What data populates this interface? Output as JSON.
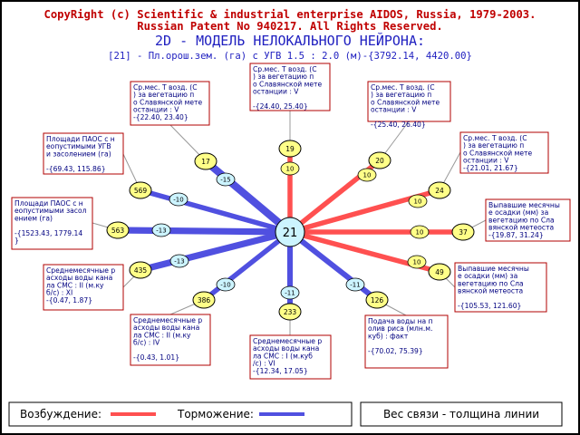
{
  "header": {
    "copyright": "CopyRight (c) Scientific & industrial enterprise AIDOS, Russia, 1979-2003.",
    "patent": "Russian Patent No 940217. All Rights Reserved.",
    "title": "2D - МОДЕЛЬ НЕЛОКАЛЬНОГО НЕЙРОНА:",
    "subtitle": "[21] - Пл.орош.зем. (га) с УГВ 1.5  :  2.0 (м)-{3792.14, 4420.00}"
  },
  "colors": {
    "frame": "#000000",
    "excite": "#ff5050",
    "inhibit": "#5050e0",
    "node_fill": "#ffff88",
    "center_fill": "#ccf4ff",
    "box_border": "#b00000",
    "box_text": "#000080",
    "header_red": "#c00000",
    "header_blue": "#2020c0"
  },
  "center": {
    "label": "21"
  },
  "nodes": [
    {
      "id": "n19",
      "label": "19",
      "weight": "10",
      "type": "excite",
      "box": [
        "Ср.мес. Т возд. (С",
        ") за вегетацию п",
        "о Славянской мете",
        "останции  :  V",
        "",
        "-{24.40, 25.40}"
      ]
    },
    {
      "id": "n20",
      "label": "20",
      "weight": "10",
      "type": "excite",
      "box": [
        "Ср.мес. Т возд. (С",
        ") за вегетацию п",
        "о Славянской мете",
        "останции  :  V",
        "",
        "-{25.40, 26.40}"
      ]
    },
    {
      "id": "n24",
      "label": "24",
      "weight": "10",
      "type": "excite",
      "box": [
        "Ср.мес. Т возд. (С",
        ") за вегетацию п",
        "о Славянской мете",
        "останции  :  V",
        "-{21.01, 21.67}"
      ]
    },
    {
      "id": "n37",
      "label": "37",
      "weight": "10",
      "type": "excite",
      "box": [
        "Выпавшие месячны",
        "е осадки (мм) за",
        "вегетацию по Сла",
        "вянской метеоста",
        "-{19.87, 31.24}"
      ]
    },
    {
      "id": "n49",
      "label": "49",
      "weight": "10",
      "type": "excite",
      "box": [
        "Выпавшие месячны",
        "е осадки (мм) за",
        "вегетацию по Сла",
        "вянской метеоста",
        "",
        "-{105.53, 121.60}"
      ]
    },
    {
      "id": "n126",
      "label": "126",
      "weight": "-11",
      "type": "inhibit",
      "box": [
        "Подача воды на п",
        "олив риса (млн.м.",
        "куб)   :  факт",
        "",
        "-{70.02, 75.39}"
      ]
    },
    {
      "id": "n233",
      "label": "233",
      "weight": "-11",
      "type": "inhibit",
      "box": [
        "Среднемесячные р",
        "асходы воды кана",
        "ла СМС : I (м.куб",
        "/с)    :  VI",
        "-{12.34, 17.05}"
      ]
    },
    {
      "id": "n386",
      "label": "386",
      "weight": "-10",
      "type": "inhibit",
      "box": [
        "Среднемесячные р",
        "асходы воды кана",
        "ла СМС : II (м.ку",
        "б/с)   :  IV",
        "",
        "-{0.43, 1.01}"
      ]
    },
    {
      "id": "n435",
      "label": "435",
      "weight": "-13",
      "type": "inhibit",
      "box": [
        "Среднемесячные р",
        "асходы воды кана",
        "ла СМС : II (м.ку",
        "б/с)   :  XI",
        "-{0.47, 1.87}"
      ]
    },
    {
      "id": "n563",
      "label": "563",
      "weight": "-13",
      "type": "inhibit",
      "box": [
        "Площади ПАОС с н",
        "еопустимыми засол",
        "ением (га)",
        "",
        "-{1523.43, 1779.14",
        "}"
      ]
    },
    {
      "id": "n569",
      "label": "569",
      "weight": "-10",
      "type": "inhibit",
      "box": [
        "Площади ПАОС с н",
        "еопустимыми УГВ",
        "и засолением (га)",
        "",
        "-{69.43, 115.86}"
      ]
    },
    {
      "id": "n17",
      "label": "17",
      "weight": "-15",
      "type": "inhibit",
      "box": [
        "Ср.мес. Т возд. (С",
        ") за вегетацию п",
        "о Славянской мете",
        "останции  :  V",
        "-{22.40, 23.40}"
      ]
    }
  ],
  "legend": {
    "excite_label": "Возбуждение:",
    "inhibit_label": "Торможение:",
    "weight_note": "Вес связи - толщина линии"
  }
}
